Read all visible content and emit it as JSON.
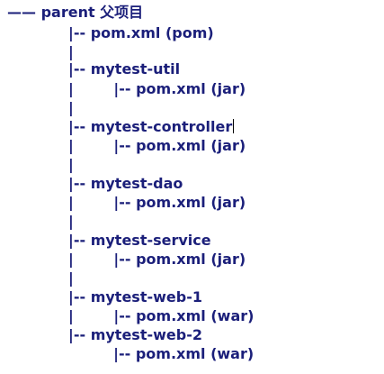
{
  "tree": {
    "lines": [
      "—— parent 父项目",
      "|-- pom.xml (pom)",
      "|",
      "|-- mytest-util",
      "|        |-- pom.xml (jar)",
      "|",
      "|-- mytest-controller",
      "|        |-- pom.xml (jar)",
      "|",
      "|-- mytest-dao",
      "|        |-- pom.xml (jar)",
      "|",
      "|-- mytest-service",
      "|        |-- pom.xml (jar)",
      "|",
      "|-- mytest-web-1",
      "|        |-- pom.xml (war)",
      "|-- mytest-web-2",
      "         |-- pom.xml (war)"
    ]
  },
  "colors": {
    "text": "#1b1f7a",
    "background": "#ffffff"
  }
}
